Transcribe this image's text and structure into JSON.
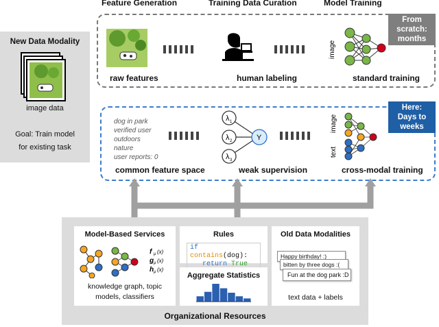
{
  "headers": {
    "feature_generation": "Feature Generation",
    "training_data_curation": "Training Data Curation",
    "model_training": "Model Training"
  },
  "new_modality": {
    "title": "New Data Modality",
    "image_caption": "image data",
    "goal_line1": "Goal: Train model",
    "goal_line2": "for existing task"
  },
  "top_row": {
    "raw_features": "raw features",
    "human_labeling": "human labeling",
    "standard_training": "standard training",
    "image_axis": "image",
    "tag_line1": "From",
    "tag_line2": "scratch:",
    "tag_line3": "months"
  },
  "bottom_row": {
    "features": [
      "dog in park",
      "verified user",
      "outdoors",
      "nature",
      "user reports: 0"
    ],
    "common_feature_space": "common feature space",
    "weak_supervision": "weak supervision",
    "cross_modal_training": "cross-modal training",
    "image_axis": "image",
    "text_axis": "text",
    "output_node": "Y",
    "tag_line1": "Here:",
    "tag_line2": "Days to",
    "tag_line3": "weeks"
  },
  "resources": {
    "title": "Organizational Resources",
    "model_based": {
      "title": "Model-Based Services",
      "caption_line1": "knowledge graph, topic",
      "caption_line2": "models, classifiers"
    },
    "rules": {
      "title": "Rules",
      "code_if": "if",
      "code_fn": "contains",
      "code_arg": "(dog)",
      "code_colon": ":",
      "code_return": "return",
      "code_value": "True"
    },
    "aggregate": {
      "title": "Aggregate Statistics",
      "histogram": [
        0.3,
        0.55,
        1.0,
        0.75,
        0.5,
        0.3,
        0.18
      ]
    },
    "old_modalities": {
      "title": "Old Data Modalities",
      "cards": [
        "Happy birthday! :)",
        "bitten by three dogs :(",
        "Fun at the dog park :D"
      ],
      "caption": "text data + labels"
    }
  },
  "colors": {
    "gray_tag": "#7f7f7f",
    "blue_tag": "#1f5fa5",
    "blue_dash": "#3a7cc9",
    "gray_dash": "#777777",
    "panel_bg": "#dcdcdc",
    "node_orange": "#f5a623",
    "node_green": "#7ab648",
    "node_blue": "#2f6fc4",
    "node_red": "#d0021b",
    "hist_blue": "#2b5fb0",
    "code_blue": "#2f6fc4",
    "code_orange": "#e08a00"
  }
}
